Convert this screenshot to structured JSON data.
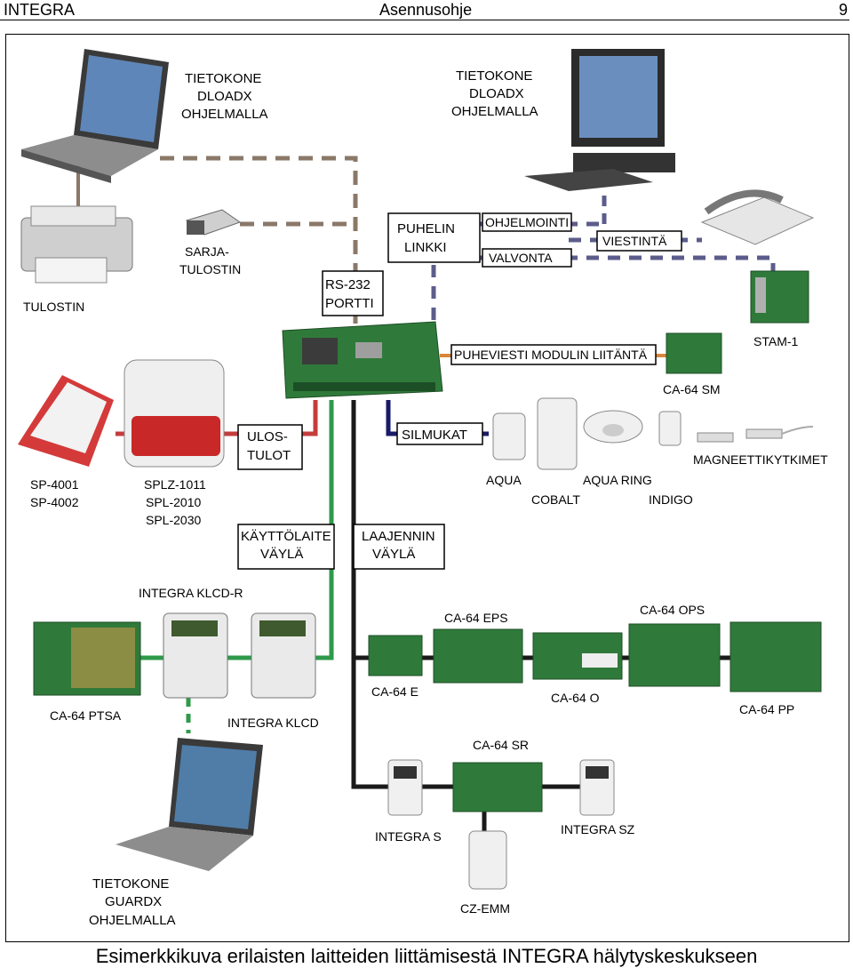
{
  "header": {
    "left": "INTEGRA",
    "center": "Asennusohje",
    "page": "9"
  },
  "caption": "Esimerkkikuva erilaisten laitteiden liittämisestä INTEGRA hälytyskeskukseen",
  "labels": {
    "pc_dloadx_left": [
      "TIETOKONE",
      "DLOADX",
      "OHJELMALLA"
    ],
    "pc_dloadx_right": [
      "TIETOKONE",
      "DLOADX",
      "OHJELMALLA"
    ],
    "printer": "TULOSTIN",
    "serial_printer": [
      "SARJA-",
      "TULOSTIN"
    ],
    "rs232": [
      "RS-232",
      "PORTTI"
    ],
    "phone_link": [
      "PUHELIN",
      "LINKKI"
    ],
    "programming": "OHJELMOINTI",
    "monitoring": "VALVONTA",
    "messaging": "VIESTINTÄ",
    "stam1": "STAM-1",
    "voice_module": "PUHEVIESTI MODULIN LIITÄNTÄ",
    "ca64sm": "CA-64 SM",
    "outputs": [
      "ULOS-",
      "TULOT"
    ],
    "loops": "SILMUKAT",
    "sp4001": [
      "SP-4001",
      "SP-4002"
    ],
    "splz": [
      "SPLZ-1011",
      "SPL-2010",
      "SPL-2030"
    ],
    "aqua": "AQUA",
    "cobalt": "COBALT",
    "aqua_ring": "AQUA RING",
    "indigo": "INDIGO",
    "magnetic": "MAGNEETTIKYTKIMET",
    "keypad_bus": [
      "KÄYTTÖLAITE",
      "VÄYLÄ"
    ],
    "expander_bus": [
      "LAAJENNIN",
      "VÄYLÄ"
    ],
    "klcd_r": "INTEGRA KLCD-R",
    "klcd": "INTEGRA KLCD",
    "ptsa": "CA-64 PTSA",
    "ca64e": "CA-64 E",
    "ca64eps": "CA-64 EPS",
    "ca64o": "CA-64 O",
    "ca64ops": "CA-64 OPS",
    "ca64pp": "CA-64 PP",
    "ca64sr": "CA-64 SR",
    "integra_s": "INTEGRA S",
    "integra_sz": "INTEGRA SZ",
    "czemm": "CZ-EMM",
    "pc_guardx": [
      "TIETOKONE",
      "GUARDX",
      "OHJELMALLA"
    ]
  },
  "colors": {
    "dashed_link": "#8a7868",
    "phone_link": "#5c5c8c",
    "outputs_line": "#c43c3c",
    "keypad_line": "#2e9a4a",
    "expander_line": "#1a1a1a",
    "loops_line": "#1a1a6a",
    "voice_line": "#d8863a",
    "board_green": "#2f7a3a"
  }
}
